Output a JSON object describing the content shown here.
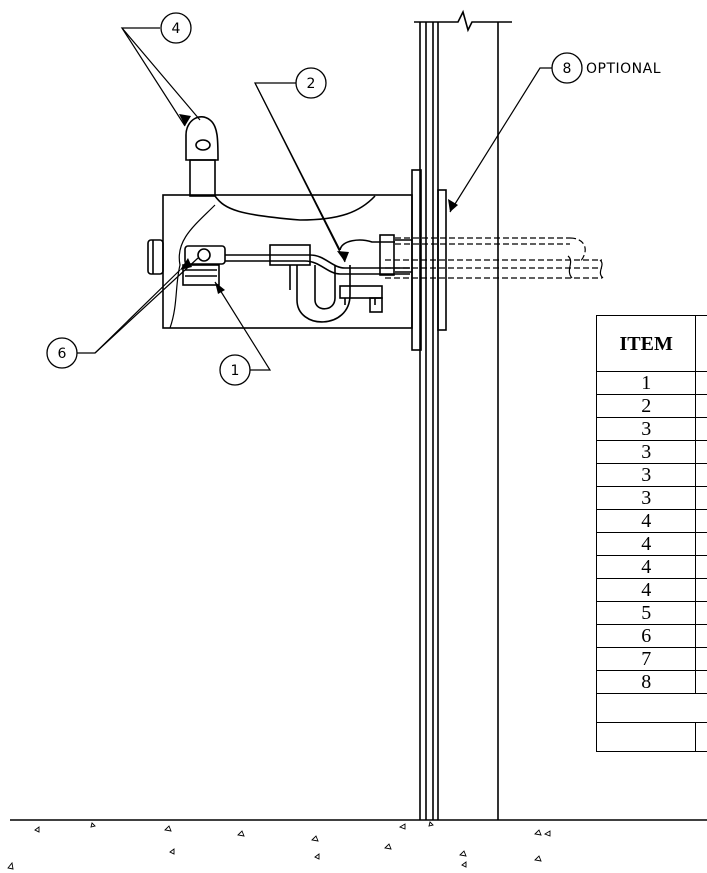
{
  "callouts": {
    "c1": "1",
    "c2": "2",
    "c4": "4",
    "c6": "6",
    "c8": "8",
    "optional_label": "OPTIONAL"
  },
  "table": {
    "header": "ITEM",
    "rows": [
      "1",
      "2",
      "3",
      "3",
      "3",
      "3",
      "4",
      "4",
      "4",
      "4",
      "5",
      "6",
      "7",
      "8"
    ]
  }
}
